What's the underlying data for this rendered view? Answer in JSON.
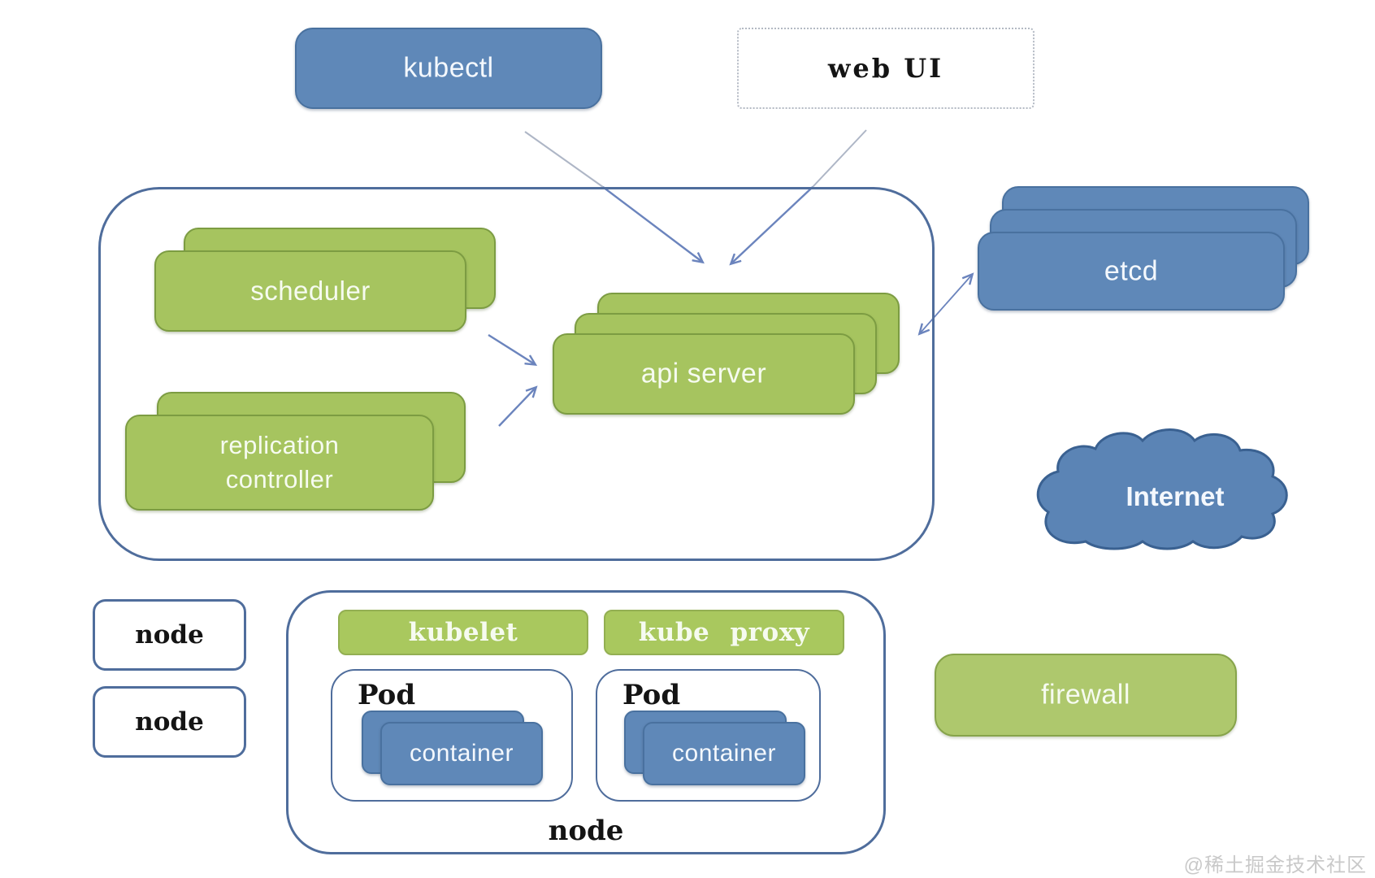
{
  "watermark": "@稀土掘金技术社区",
  "colors": {
    "blue_fill": "#5f88b8",
    "green_fill": "#a6c45f",
    "outline_blue": "#4f6d9c",
    "arrow_blue": "#6b84bd",
    "cloud_blue": "#5b84b5"
  },
  "boxes": {
    "kubectl": "kubectl",
    "web_ui": "web UI",
    "scheduler": "scheduler",
    "replication_controller": "replication controller",
    "api_server": "api server",
    "etcd": "etcd",
    "internet": "Internet",
    "firewall": "firewall",
    "node_left_1": "node",
    "node_left_2": "node",
    "kubelet": "kubelet",
    "kube_proxy": "kube proxy",
    "pod_1": "Pod",
    "pod_2": "Pod",
    "container_1": "container",
    "container_2": "container",
    "node_bottom": "node"
  }
}
